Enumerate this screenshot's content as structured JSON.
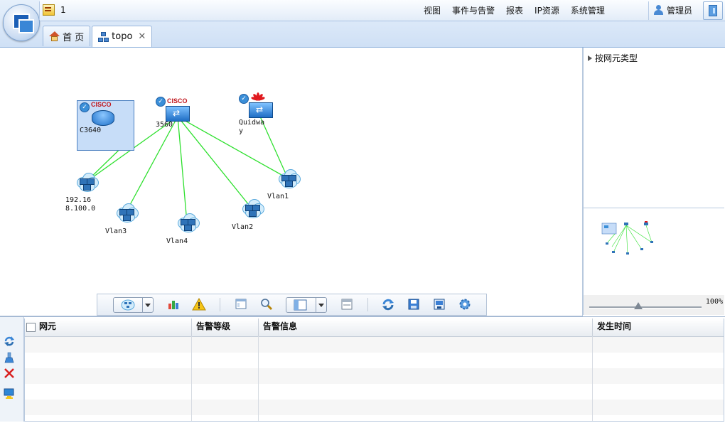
{
  "header": {
    "message_count": "1",
    "menu": [
      "视图",
      "事件与告警",
      "报表",
      "IP资源",
      "系统管理"
    ],
    "user": "管理员"
  },
  "tabs": [
    {
      "label": "首 页",
      "icon": "home-icon",
      "active": false
    },
    {
      "label": "topo",
      "icon": "topology-icon",
      "active": true,
      "closable": true
    }
  ],
  "topology": {
    "nodes": {
      "c3640": {
        "label": "C3640",
        "brand": "CISCO",
        "type": "router"
      },
      "s3560": {
        "label": "3560",
        "brand": "CISCO",
        "type": "switch"
      },
      "quidway": {
        "label": "Quidwa\ny",
        "brand": "HUAWEI",
        "type": "switch"
      },
      "net192": {
        "label": "192.16\n8.100.0",
        "type": "network"
      },
      "vlan1": {
        "label": "Vlan1",
        "type": "network"
      },
      "vlan2": {
        "label": "Vlan2",
        "type": "network"
      },
      "vlan3": {
        "label": "Vlan3",
        "type": "network"
      },
      "vlan4": {
        "label": "Vlan4",
        "type": "network"
      }
    },
    "links": [
      [
        "c3640",
        "net192"
      ],
      [
        "s3560",
        "net192"
      ],
      [
        "s3560",
        "vlan3"
      ],
      [
        "s3560",
        "vlan4"
      ],
      [
        "s3560",
        "vlan2"
      ],
      [
        "s3560",
        "vlan1"
      ],
      [
        "quidway",
        "vlan1"
      ]
    ],
    "link_color": "#2ee02e"
  },
  "side_panel": {
    "tree_root": "按网元类型",
    "zoom": "100%"
  },
  "alarm_table": {
    "columns": [
      "网元",
      "告警等级",
      "告警信息",
      "发生时间"
    ],
    "rows": []
  },
  "colors": {
    "accent": "#1c5fb6",
    "header_bg": "#dbe8f7"
  }
}
